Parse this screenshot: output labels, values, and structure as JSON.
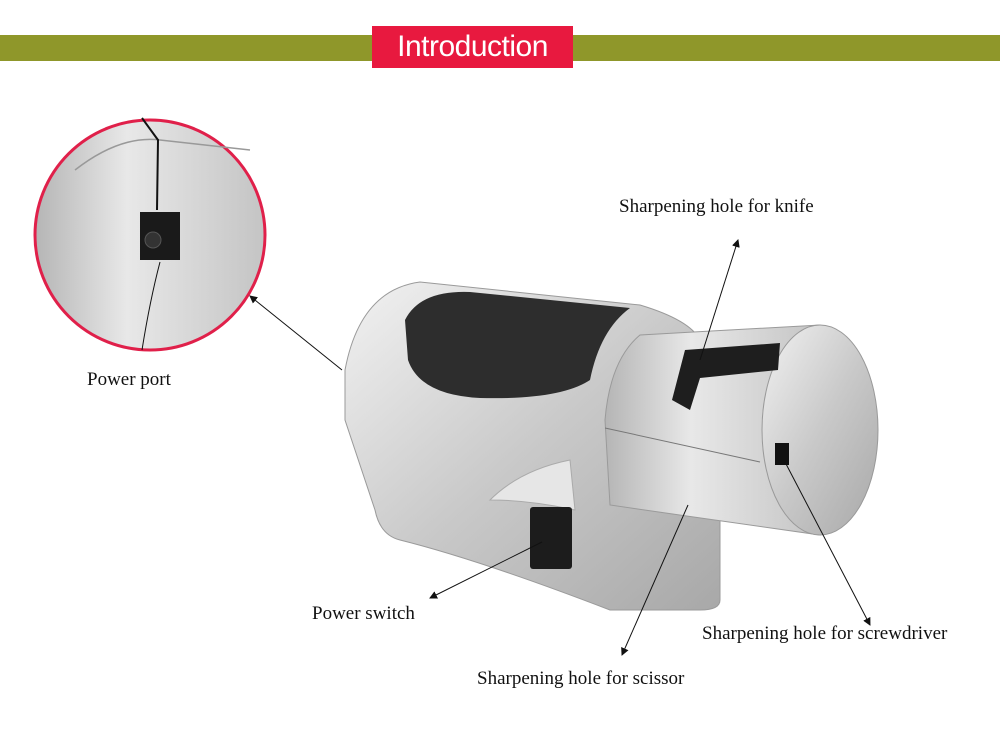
{
  "header": {
    "title": "Introduction",
    "band_color": "#8f972a",
    "title_bg": "#e8193f"
  },
  "labels": {
    "power_port": "Power port",
    "knife_hole": "Sharpening hole for knife",
    "power_switch": "Power switch",
    "scissor_hole": "Sharpening hole for scissor",
    "screwdriver_hole": "Sharpening hole for screwdriver"
  }
}
